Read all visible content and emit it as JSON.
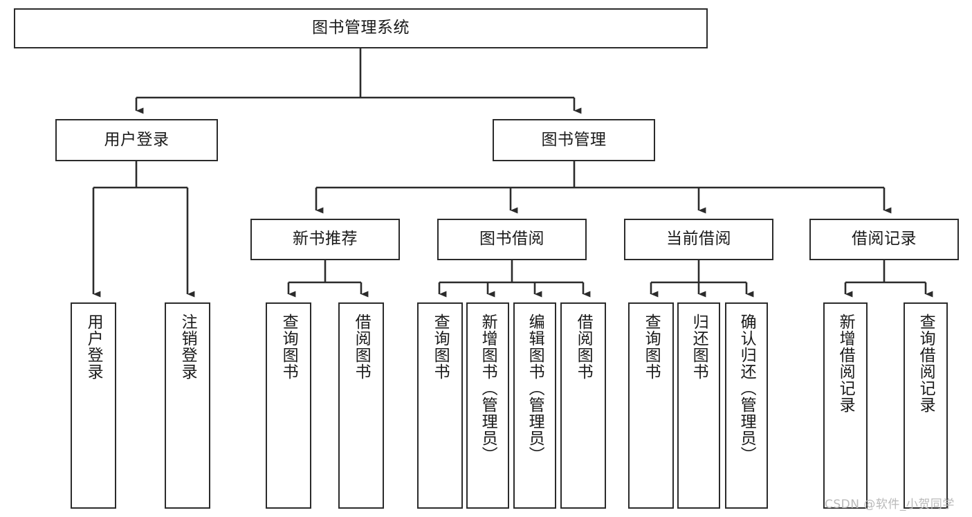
{
  "diagram": {
    "title": "图书管理系统",
    "type": "tree-hierarchy-chart",
    "root": {
      "id": "root",
      "label": "图书管理系统"
    },
    "level2": [
      {
        "id": "user-login",
        "label": "用户登录"
      },
      {
        "id": "book-manage",
        "label": "图书管理"
      }
    ],
    "level3": [
      {
        "id": "new-book-rec",
        "label": "新书推荐",
        "parent": "book-manage"
      },
      {
        "id": "book-borrow",
        "label": "图书借阅",
        "parent": "book-manage"
      },
      {
        "id": "current-borrow",
        "label": "当前借阅",
        "parent": "book-manage"
      },
      {
        "id": "borrow-record",
        "label": "借阅记录",
        "parent": "book-manage"
      }
    ],
    "leaves": [
      {
        "id": "leaf-user-login",
        "label": "用户登录",
        "parent": "user-login"
      },
      {
        "id": "leaf-logout",
        "label": "注销登录",
        "parent": "user-login"
      },
      {
        "id": "leaf-query-book-1",
        "label": "查询图书",
        "parent": "new-book-rec"
      },
      {
        "id": "leaf-borrow-book-1",
        "label": "借阅图书",
        "parent": "new-book-rec"
      },
      {
        "id": "leaf-query-book-2",
        "label": "查询图书",
        "parent": "book-borrow"
      },
      {
        "id": "leaf-add-book",
        "label": "新增图书（管理员）",
        "parent": "book-borrow"
      },
      {
        "id": "leaf-edit-book",
        "label": "编辑图书（管理员）",
        "parent": "book-borrow"
      },
      {
        "id": "leaf-borrow-book-2",
        "label": "借阅图书",
        "parent": "book-borrow"
      },
      {
        "id": "leaf-query-book-3",
        "label": "查询图书",
        "parent": "current-borrow"
      },
      {
        "id": "leaf-return-book",
        "label": "归还图书",
        "parent": "current-borrow"
      },
      {
        "id": "leaf-confirm-return",
        "label": "确认归还（管理员）",
        "parent": "current-borrow"
      },
      {
        "id": "leaf-add-record",
        "label": "新增借阅记录",
        "parent": "borrow-record"
      },
      {
        "id": "leaf-query-record",
        "label": "查询借阅记录",
        "parent": "borrow-record"
      }
    ],
    "watermark": "CSDN @软件_小贺同学",
    "colors": {
      "stroke": "#2b2b2b",
      "fill": "#ffffff",
      "text": "#1a1a1a",
      "watermark": "#b9b9b9"
    }
  }
}
